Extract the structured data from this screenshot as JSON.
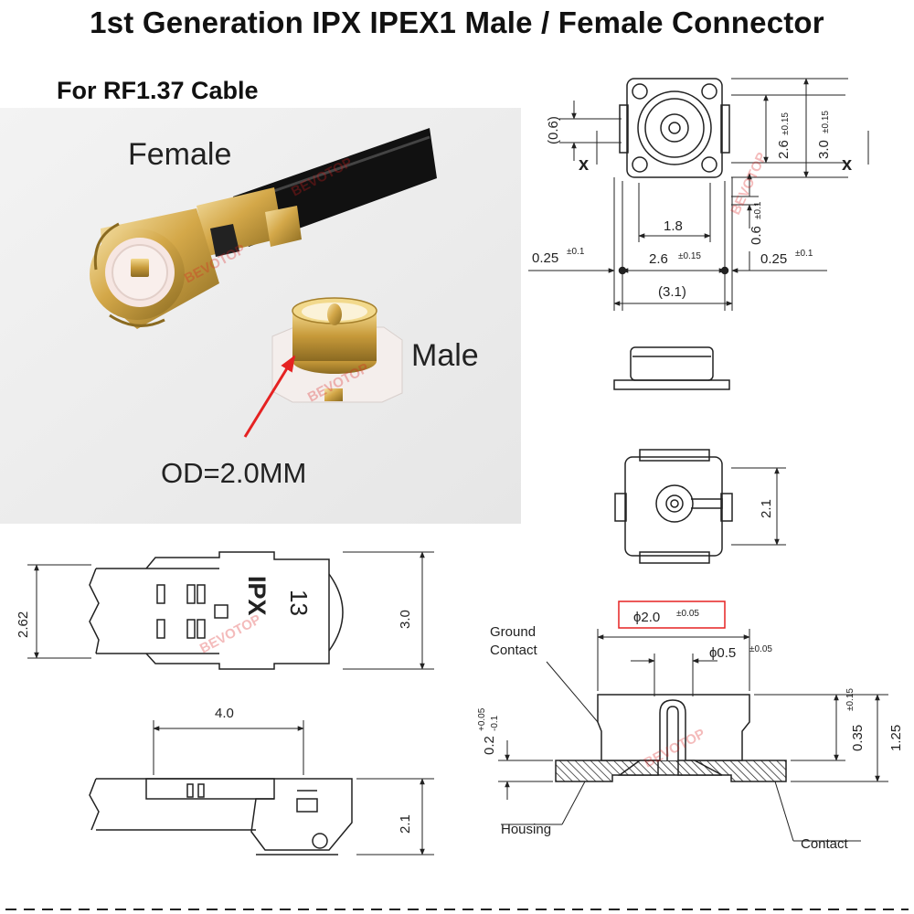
{
  "header": {
    "title": "1st Generation IPX IPEX1 Male / Female Connector",
    "subtitle": "For RF1.37 Cable"
  },
  "photo": {
    "female_label": "Female",
    "male_label": "Male",
    "od_label": "OD=2.0MM",
    "arrow_color": "#e52222"
  },
  "watermark": "BEVOTOP",
  "top_view": {
    "d_0_6": "(0.6)",
    "x_left": "x",
    "x_right": "x",
    "d_2_6_v": "2.6",
    "t_2_6_v": "±0.15",
    "d_3_0_v": "3.0",
    "t_3_0_v": "±0.15",
    "d_1_8": "1.8",
    "d_0_6_v": "0.6",
    "t_0_6_v": "±0.1",
    "d_0_25_l": "0.25",
    "t_0_25_l": "±0.1",
    "d_2_6_h": "2.6",
    "t_2_6_h": "±0.15",
    "d_0_25_r": "0.25",
    "t_0_25_r": "±0.1",
    "d_3_1": "(3.1)"
  },
  "bottom_view": {
    "d_2_1": "2.1"
  },
  "plug_top": {
    "d_2_62": "2.62",
    "d_3_0": "3.0",
    "marking_ipx": "IPX",
    "marking_13": "13"
  },
  "plug_side": {
    "d_4_0": "4.0",
    "d_2_1": "2.1"
  },
  "section": {
    "d_phi_2_0": "ϕ2.0",
    "t_phi_2_0": "±0.05",
    "highlight_color": "#e52222",
    "d_phi_0_5": "ϕ0.5",
    "t_phi_0_5": "±0.05",
    "ground_contact": "Ground Contact",
    "d_0_2": "0.2",
    "t_0_2_plus": "+0.05",
    "t_0_2_minus": "-0.1",
    "d_0_35": "0.35",
    "t_0_35": "±0.15",
    "d_1_25": "1.25",
    "housing": "Housing",
    "contact": "Contact"
  }
}
